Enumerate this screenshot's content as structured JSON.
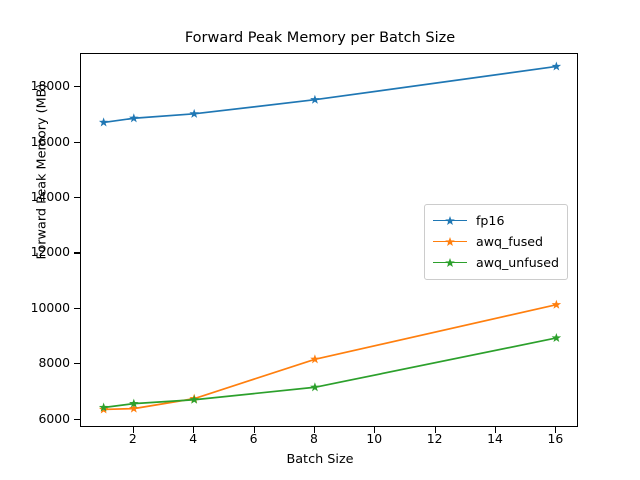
{
  "chart_data": {
    "type": "line",
    "title": "Forward Peak Memory per Batch Size",
    "xlabel": "Batch Size",
    "ylabel": "Forward Peak Memory (MB)",
    "x": [
      1,
      2,
      4,
      8,
      16
    ],
    "xlim": [
      0.25,
      16.75
    ],
    "ylim": [
      5700,
      19200
    ],
    "xticks": [
      2,
      4,
      6,
      8,
      10,
      12,
      14,
      16
    ],
    "xtick_labels": [
      "2",
      "4",
      "6",
      "8",
      "10",
      "12",
      "14",
      "16"
    ],
    "yticks": [
      6000,
      8000,
      10000,
      12000,
      14000,
      16000,
      18000
    ],
    "ytick_labels": [
      "6000",
      "8000",
      "10000",
      "12000",
      "14000",
      "16000",
      "18000"
    ],
    "grid": false,
    "legend_position": "center right",
    "marker": "star",
    "series": [
      {
        "name": "fp16",
        "color": "#1f77b4",
        "values": [
          16730,
          16880,
          17040,
          17550,
          18750
        ]
      },
      {
        "name": "awq_fused",
        "color": "#ff7f0e",
        "values": [
          6370,
          6400,
          6760,
          8180,
          10150
        ]
      },
      {
        "name": "awq_unfused",
        "color": "#2ca02c",
        "values": [
          6440,
          6580,
          6720,
          7170,
          8950
        ]
      }
    ]
  },
  "legend": {
    "items": [
      {
        "label": "fp16",
        "color": "#1f77b4"
      },
      {
        "label": "awq_fused",
        "color": "#ff7f0e"
      },
      {
        "label": "awq_unfused",
        "color": "#2ca02c"
      }
    ]
  }
}
